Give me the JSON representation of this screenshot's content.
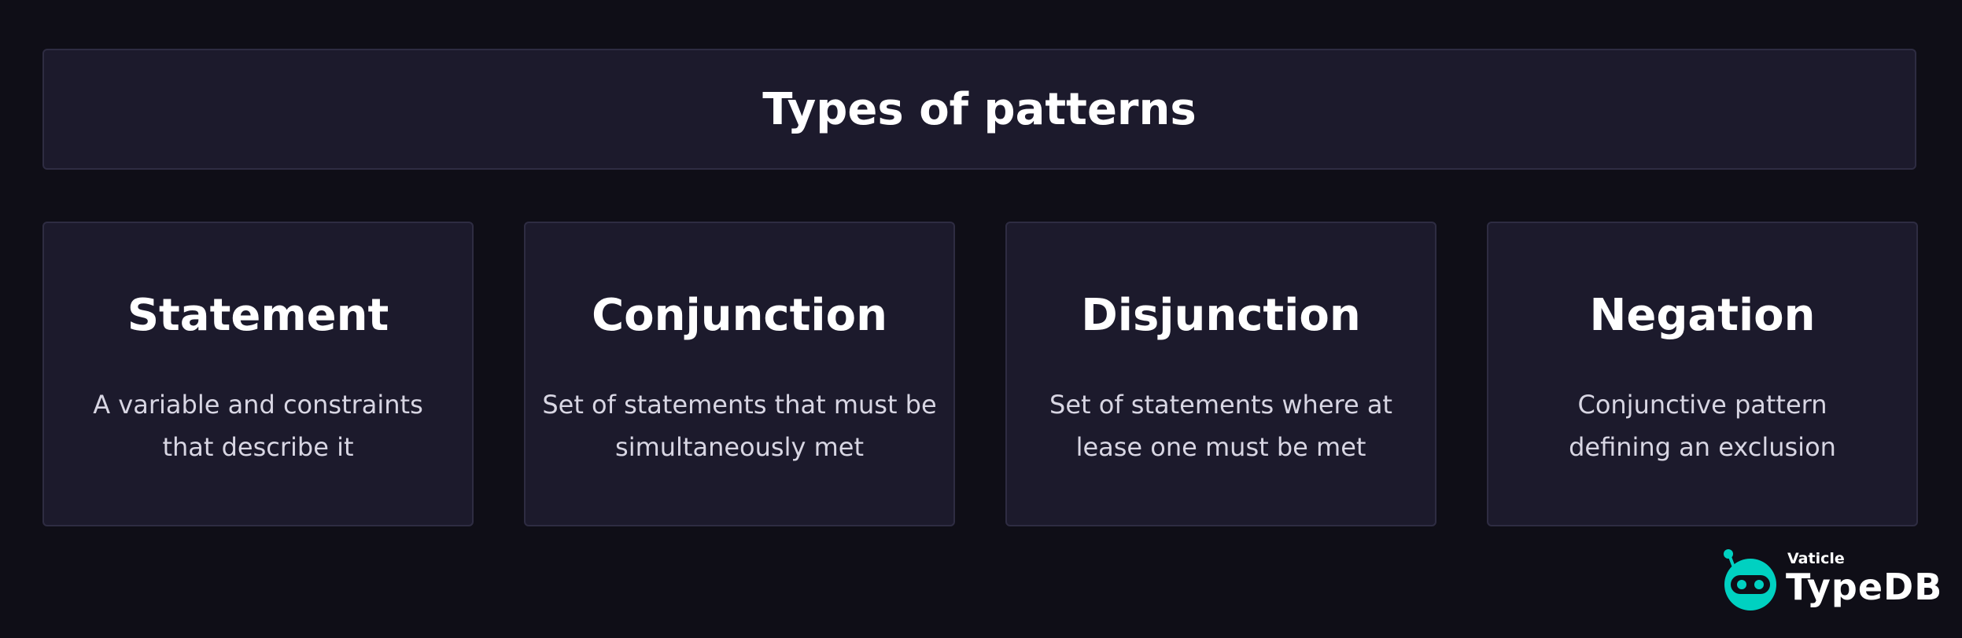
{
  "header": {
    "title": "Types of patterns"
  },
  "cards": [
    {
      "title": "Statement",
      "lines": [
        "A variable and constraints",
        "that describe it"
      ]
    },
    {
      "title": "Conjunction",
      "lines": [
        "Set of statements that must be",
        "simultaneously met"
      ]
    },
    {
      "title": "Disjunction",
      "lines": [
        "Set of statements where at",
        "lease one must be met"
      ]
    },
    {
      "title": "Negation",
      "lines": [
        "Conjunctive pattern",
        "defining an exclusion"
      ]
    }
  ],
  "logo": {
    "sub": "Vaticle",
    "main": "TypeDB",
    "icon": "robot-icon",
    "accent": "#00d1c1"
  },
  "colors": {
    "background": "#0f0e17",
    "panel": "#1c1a2c",
    "border": "#2e2c42",
    "text": "#ffffff",
    "muted_text": "#d8d6e3"
  }
}
